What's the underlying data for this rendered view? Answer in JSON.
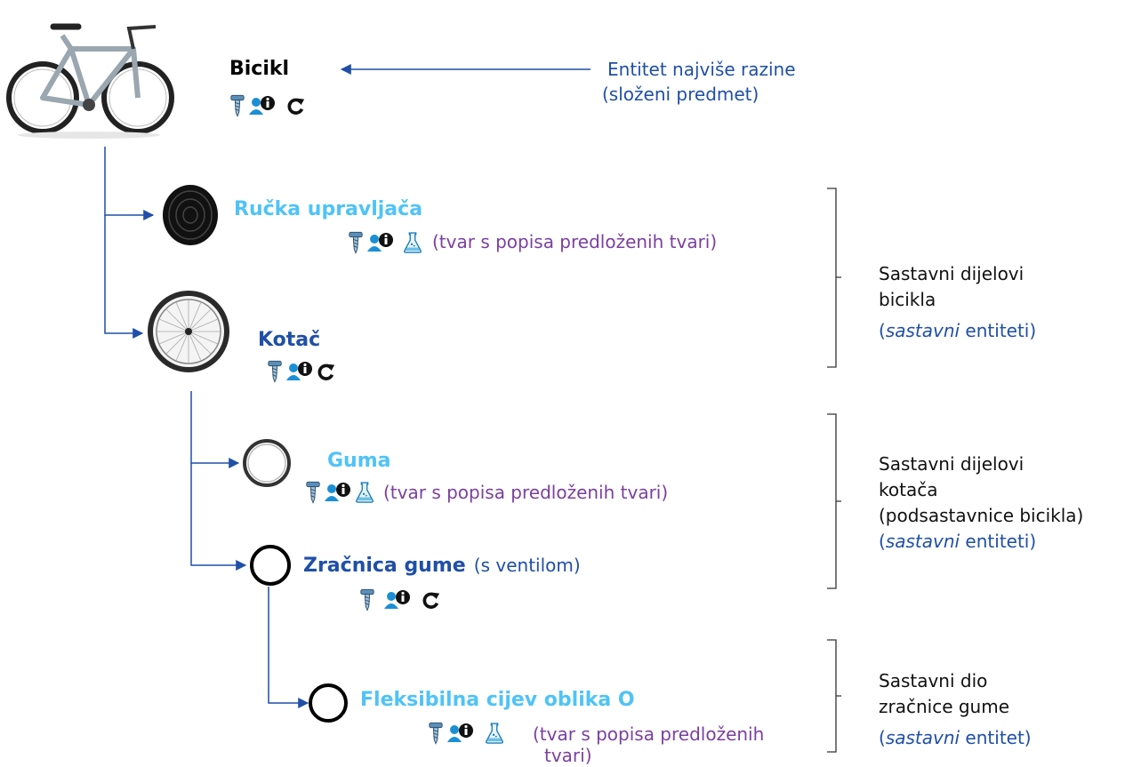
{
  "nodes": {
    "bicikl": {
      "title": "Bicikl"
    },
    "rucka": {
      "title": "Ručka upravljača",
      "note": "(tvar s popisa predloženih tvari)"
    },
    "kotac": {
      "title": "Kotač"
    },
    "guma": {
      "title": "Guma",
      "note": "(tvar s popisa predloženih tvari)"
    },
    "zracnica": {
      "title": "Zračnica gume",
      "suffix": "(s ventilom)"
    },
    "cijev": {
      "title": "Fleksibilna cijev oblika O",
      "note_line1": "(tvar s popisa predloženih",
      "note_line2": "tvari)"
    }
  },
  "annotations": {
    "top_level_line1": "Entitet najviše razine",
    "top_level_line2": "(složeni predmet)",
    "group1_line1": "Sastavni dijelovi",
    "group1_line2": "bicikla",
    "group1_open": "(",
    "group1_italic": "sastavni",
    "group1_rest": " entiteti)",
    "group2_line1": "Sastavni dijelovi",
    "group2_line2": "kotača",
    "group2_line3": "(podsastavnice bicikla)",
    "group2_open": "(",
    "group2_italic": "sastavni",
    "group2_rest": " entiteti)",
    "group3_line1": "Sastavni dio",
    "group3_line2": "zračnice gume",
    "group3_open": "(",
    "group3_italic": "sastavni",
    "group3_rest": " entitet)"
  },
  "colors": {
    "connector": "#1f4fa8",
    "title_light_blue": "#4fc3f7",
    "title_dark_blue": "#1f4fa8",
    "note_purple": "#7b3fa0"
  },
  "icons": [
    "screw-icon",
    "user-info-icon",
    "recycle-icon",
    "chemical-flask-icon"
  ]
}
